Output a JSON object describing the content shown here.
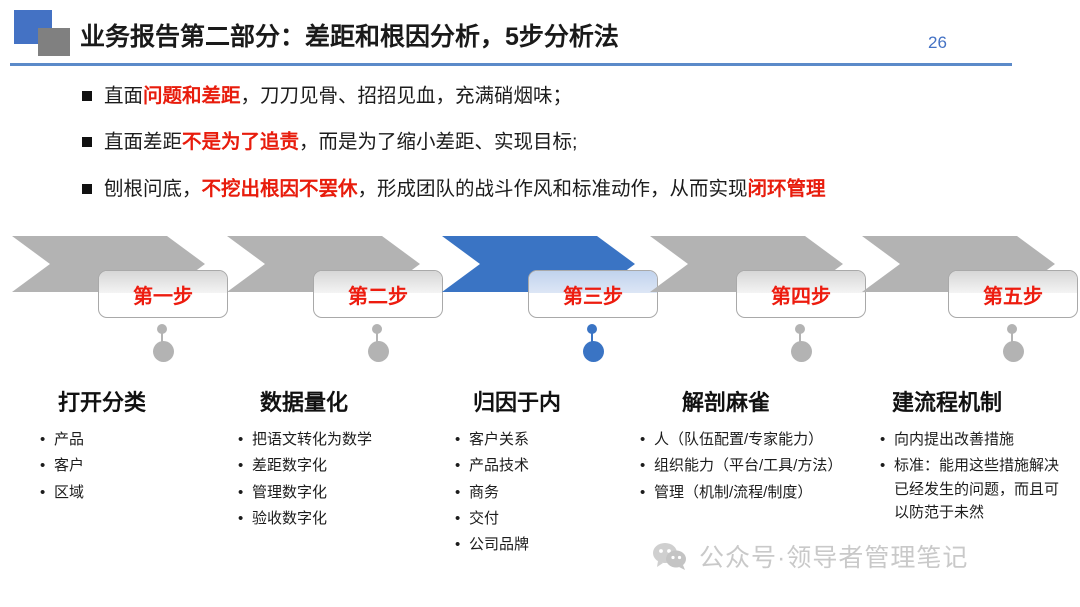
{
  "header": {
    "title": "业务报告第二部分：差距和根因分析，5步分析法",
    "page_number": "26",
    "logo_blue_color": "#4472C4",
    "logo_gray_color": "#808080",
    "rule_color": "#5B8AC9"
  },
  "bullets": [
    {
      "segments": [
        {
          "text": "直面",
          "highlight": false
        },
        {
          "text": "问题和差距",
          "highlight": true
        },
        {
          "text": "，刀刀见骨、招招见血，充满硝烟味；",
          "highlight": false
        }
      ]
    },
    {
      "segments": [
        {
          "text": "直面差距",
          "highlight": false
        },
        {
          "text": "不是为了追责",
          "highlight": true
        },
        {
          "text": "，而是为了缩小差距、实现目标;",
          "highlight": false
        }
      ]
    },
    {
      "segments": [
        {
          "text": "刨根问底，",
          "highlight": false
        },
        {
          "text": "不挖出根因不罢休",
          "highlight": true
        },
        {
          "text": "，形成团队的战斗作风和标准动作，从而实现",
          "highlight": false
        },
        {
          "text": "闭环管理",
          "highlight": true
        }
      ]
    }
  ],
  "steps": [
    {
      "label": "第一步",
      "color": "#B3B3B3",
      "tone": "gray"
    },
    {
      "label": "第二步",
      "color": "#B3B3B3",
      "tone": "gray"
    },
    {
      "label": "第三步",
      "color": "#3A74C4",
      "tone": "blue"
    },
    {
      "label": "第四步",
      "color": "#B3B3B3",
      "tone": "gray"
    },
    {
      "label": "第五步",
      "color": "#B3B3B3",
      "tone": "gray"
    }
  ],
  "columns": [
    {
      "heading": "打开分类",
      "items": [
        "产品",
        "客户",
        "区域"
      ]
    },
    {
      "heading": "数据量化",
      "items": [
        "把语文转化为数学",
        "差距数字化",
        "管理数字化",
        "验收数字化"
      ]
    },
    {
      "heading": "归因于内",
      "items": [
        "客户关系",
        "产品技术",
        "商务",
        "交付",
        "公司品牌"
      ]
    },
    {
      "heading": "解剖麻雀",
      "items": [
        "人（队伍配置/专家能力）",
        "组织能力（平台/工具/方法）",
        "管理（机制/流程/制度）"
      ]
    },
    {
      "heading": "建流程机制",
      "items": [
        "向内提出改善措施",
        "标准：能用这些措施解决已经发生的问题，而且可以防范于未然"
      ]
    }
  ],
  "bullet_marker": "•",
  "accent_red": "#E81C0C",
  "watermark": {
    "text": "公众号·领导者管理笔记",
    "color": "#C9C9C9"
  }
}
